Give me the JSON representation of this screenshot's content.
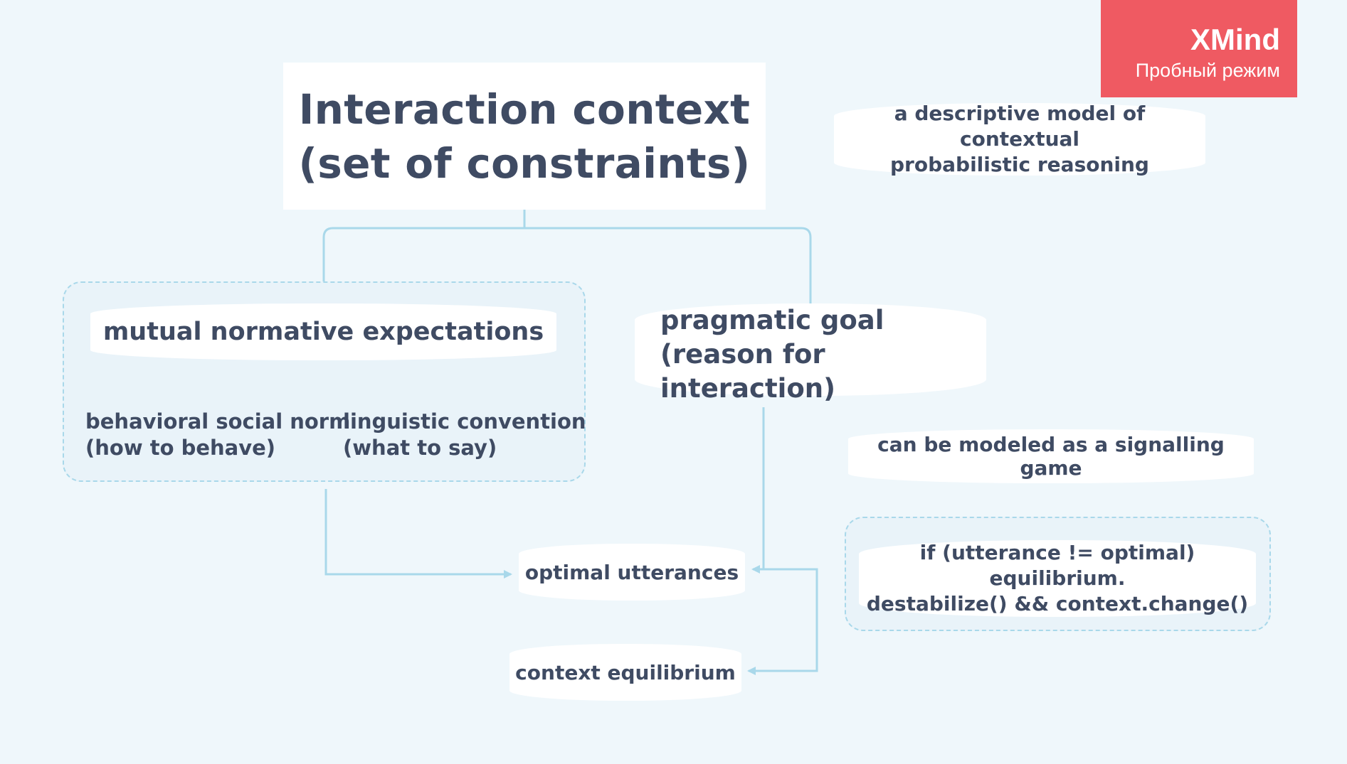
{
  "diagram": {
    "root": {
      "line1": "Interaction context",
      "line2": "(set of constraints)"
    },
    "mutual_expectations": "mutual normative expectations",
    "behavioral_norm": {
      "line1": "behavioral social norm",
      "line2": "(how to behave)"
    },
    "linguistic_convention": {
      "line1": "linguistic convention",
      "line2": "(what to say)"
    },
    "pragmatic_goal": {
      "line1": "pragmatic goal",
      "line2": "(reason for interaction)"
    },
    "optimal_utterances": "optimal utterances",
    "context_equilibrium": "context equilibrium",
    "descriptive_model": {
      "line1": "a descriptive model of contextual",
      "line2": "probabilistic reasoning"
    },
    "signalling_game": "can be modeled as a signalling game",
    "condition": {
      "line1": "if (utterance != optimal) equilibrium.",
      "line2": "destabilize() && context.change()"
    }
  },
  "watermark": {
    "brand": "XMind",
    "mode": "Пробный режим"
  },
  "colors": {
    "background": "#eff7fb",
    "line": "#a9d8ea",
    "text": "#3f4b63",
    "watermark": "#ef5a62"
  }
}
